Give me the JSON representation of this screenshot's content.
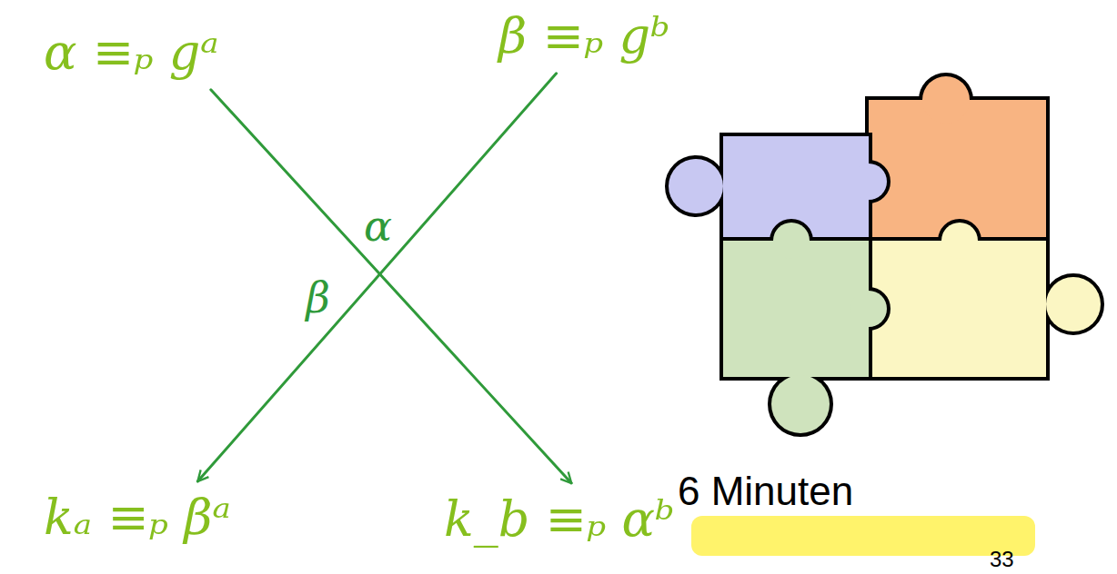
{
  "diagram": {
    "nodes": [
      {
        "text": [
          "α ≡ₚ gᵃ"
        ]
      },
      {
        "text": [
          "β ≡ₚ gᵇ"
        ]
      },
      {
        "text": [
          "kₐ ≡ₚ βᵃ"
        ]
      },
      {
        "text": [
          "k_b ≡ₚ αᵇ"
        ]
      }
    ],
    "edges": [
      {
        "from": 0,
        "to": 3,
        "label": "α",
        "arrow": "to"
      },
      {
        "from": 1,
        "to": 2,
        "label": "β",
        "arrow": "to"
      }
    ],
    "labels": [
      "6 Minuten",
      "33"
    ]
  }
}
